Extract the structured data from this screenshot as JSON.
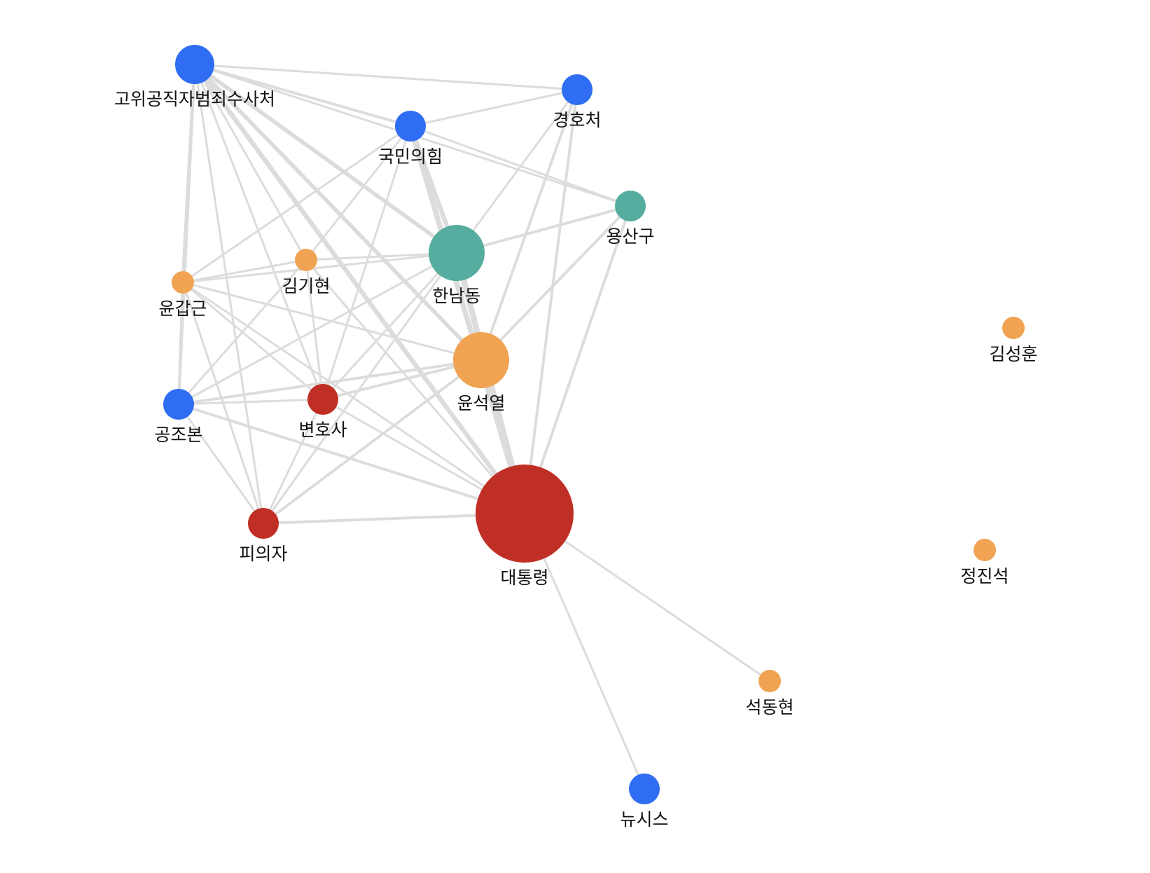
{
  "colors": {
    "blue": "#2f6df2",
    "red": "#c02f25",
    "orange": "#f0a352",
    "teal": "#55ac9f",
    "edge": "#dcdcdc"
  },
  "nodes": [
    {
      "id": "gowi",
      "label": "고위공직자범죄수사처",
      "group": "blue"
    },
    {
      "id": "gyeongho",
      "label": "경호처",
      "group": "blue"
    },
    {
      "id": "gukmin",
      "label": "국민의힘",
      "group": "blue"
    },
    {
      "id": "yongsan",
      "label": "용산구",
      "group": "teal"
    },
    {
      "id": "hannam",
      "label": "한남동",
      "group": "teal"
    },
    {
      "id": "gimgi",
      "label": "김기현",
      "group": "orange"
    },
    {
      "id": "yungab",
      "label": "윤갑근",
      "group": "orange"
    },
    {
      "id": "yunseok",
      "label": "윤석열",
      "group": "orange"
    },
    {
      "id": "gimseong",
      "label": "김성훈",
      "group": "orange"
    },
    {
      "id": "gongjo",
      "label": "공조본",
      "group": "blue"
    },
    {
      "id": "byeonho",
      "label": "변호사",
      "group": "red"
    },
    {
      "id": "piui",
      "label": "피의자",
      "group": "red"
    },
    {
      "id": "daetong",
      "label": "대통령",
      "group": "red"
    },
    {
      "id": "jeongjin",
      "label": "정진석",
      "group": "orange"
    },
    {
      "id": "seokdong",
      "label": "석동현",
      "group": "orange"
    },
    {
      "id": "newsis",
      "label": "뉴시스",
      "group": "blue"
    }
  ],
  "edges": [
    {
      "source": "gowi",
      "target": "gyeongho",
      "weight": 2
    },
    {
      "source": "gowi",
      "target": "gukmin",
      "weight": 3
    },
    {
      "source": "gowi",
      "target": "yongsan",
      "weight": 2
    },
    {
      "source": "gowi",
      "target": "hannam",
      "weight": 5
    },
    {
      "source": "gowi",
      "target": "yunseok",
      "weight": 5
    },
    {
      "source": "gowi",
      "target": "daetong",
      "weight": 6
    },
    {
      "source": "gowi",
      "target": "yungab",
      "weight": 4
    },
    {
      "source": "gowi",
      "target": "gongjo",
      "weight": 3
    },
    {
      "source": "gowi",
      "target": "byeonho",
      "weight": 2
    },
    {
      "source": "gowi",
      "target": "piui",
      "weight": 2
    },
    {
      "source": "gowi",
      "target": "gimgi",
      "weight": 2
    },
    {
      "source": "gyeongho",
      "target": "gukmin",
      "weight": 2
    },
    {
      "source": "gyeongho",
      "target": "hannam",
      "weight": 2
    },
    {
      "source": "gyeongho",
      "target": "yunseok",
      "weight": 3
    },
    {
      "source": "gyeongho",
      "target": "daetong",
      "weight": 3
    },
    {
      "source": "gukmin",
      "target": "yongsan",
      "weight": 2
    },
    {
      "source": "gukmin",
      "target": "hannam",
      "weight": 6
    },
    {
      "source": "gukmin",
      "target": "daetong",
      "weight": 7
    },
    {
      "source": "gukmin",
      "target": "gimgi",
      "weight": 2
    },
    {
      "source": "gukmin",
      "target": "yungab",
      "weight": 2
    },
    {
      "source": "gukmin",
      "target": "byeonho",
      "weight": 2
    },
    {
      "source": "yongsan",
      "target": "hannam",
      "weight": 3
    },
    {
      "source": "yongsan",
      "target": "yunseok",
      "weight": 3
    },
    {
      "source": "yongsan",
      "target": "daetong",
      "weight": 3
    },
    {
      "source": "hannam",
      "target": "gimgi",
      "weight": 2
    },
    {
      "source": "hannam",
      "target": "yungab",
      "weight": 2
    },
    {
      "source": "hannam",
      "target": "gongjo",
      "weight": 2
    },
    {
      "source": "hannam",
      "target": "byeonho",
      "weight": 2
    },
    {
      "source": "hannam",
      "target": "piui",
      "weight": 2
    },
    {
      "source": "hannam",
      "target": "daetong",
      "weight": 8
    },
    {
      "source": "gimgi",
      "target": "yungab",
      "weight": 2
    },
    {
      "source": "gimgi",
      "target": "byeonho",
      "weight": 2
    },
    {
      "source": "gimgi",
      "target": "gongjo",
      "weight": 2
    },
    {
      "source": "gimgi",
      "target": "daetong",
      "weight": 2
    },
    {
      "source": "yungab",
      "target": "yunseok",
      "weight": 2
    },
    {
      "source": "yungab",
      "target": "gongjo",
      "weight": 3
    },
    {
      "source": "yungab",
      "target": "byeonho",
      "weight": 2
    },
    {
      "source": "yungab",
      "target": "piui",
      "weight": 2
    },
    {
      "source": "yungab",
      "target": "daetong",
      "weight": 2
    },
    {
      "source": "yunseok",
      "target": "gongjo",
      "weight": 3
    },
    {
      "source": "yunseok",
      "target": "byeonho",
      "weight": 3
    },
    {
      "source": "yunseok",
      "target": "piui",
      "weight": 3
    },
    {
      "source": "gongjo",
      "target": "byeonho",
      "weight": 2
    },
    {
      "source": "gongjo",
      "target": "piui",
      "weight": 2
    },
    {
      "source": "gongjo",
      "target": "daetong",
      "weight": 3
    },
    {
      "source": "byeonho",
      "target": "piui",
      "weight": 2
    },
    {
      "source": "byeonho",
      "target": "daetong",
      "weight": 2
    },
    {
      "source": "piui",
      "target": "daetong",
      "weight": 3
    },
    {
      "source": "daetong",
      "target": "seokdong",
      "weight": 2
    },
    {
      "source": "daetong",
      "target": "newsis",
      "weight": 2
    }
  ]
}
